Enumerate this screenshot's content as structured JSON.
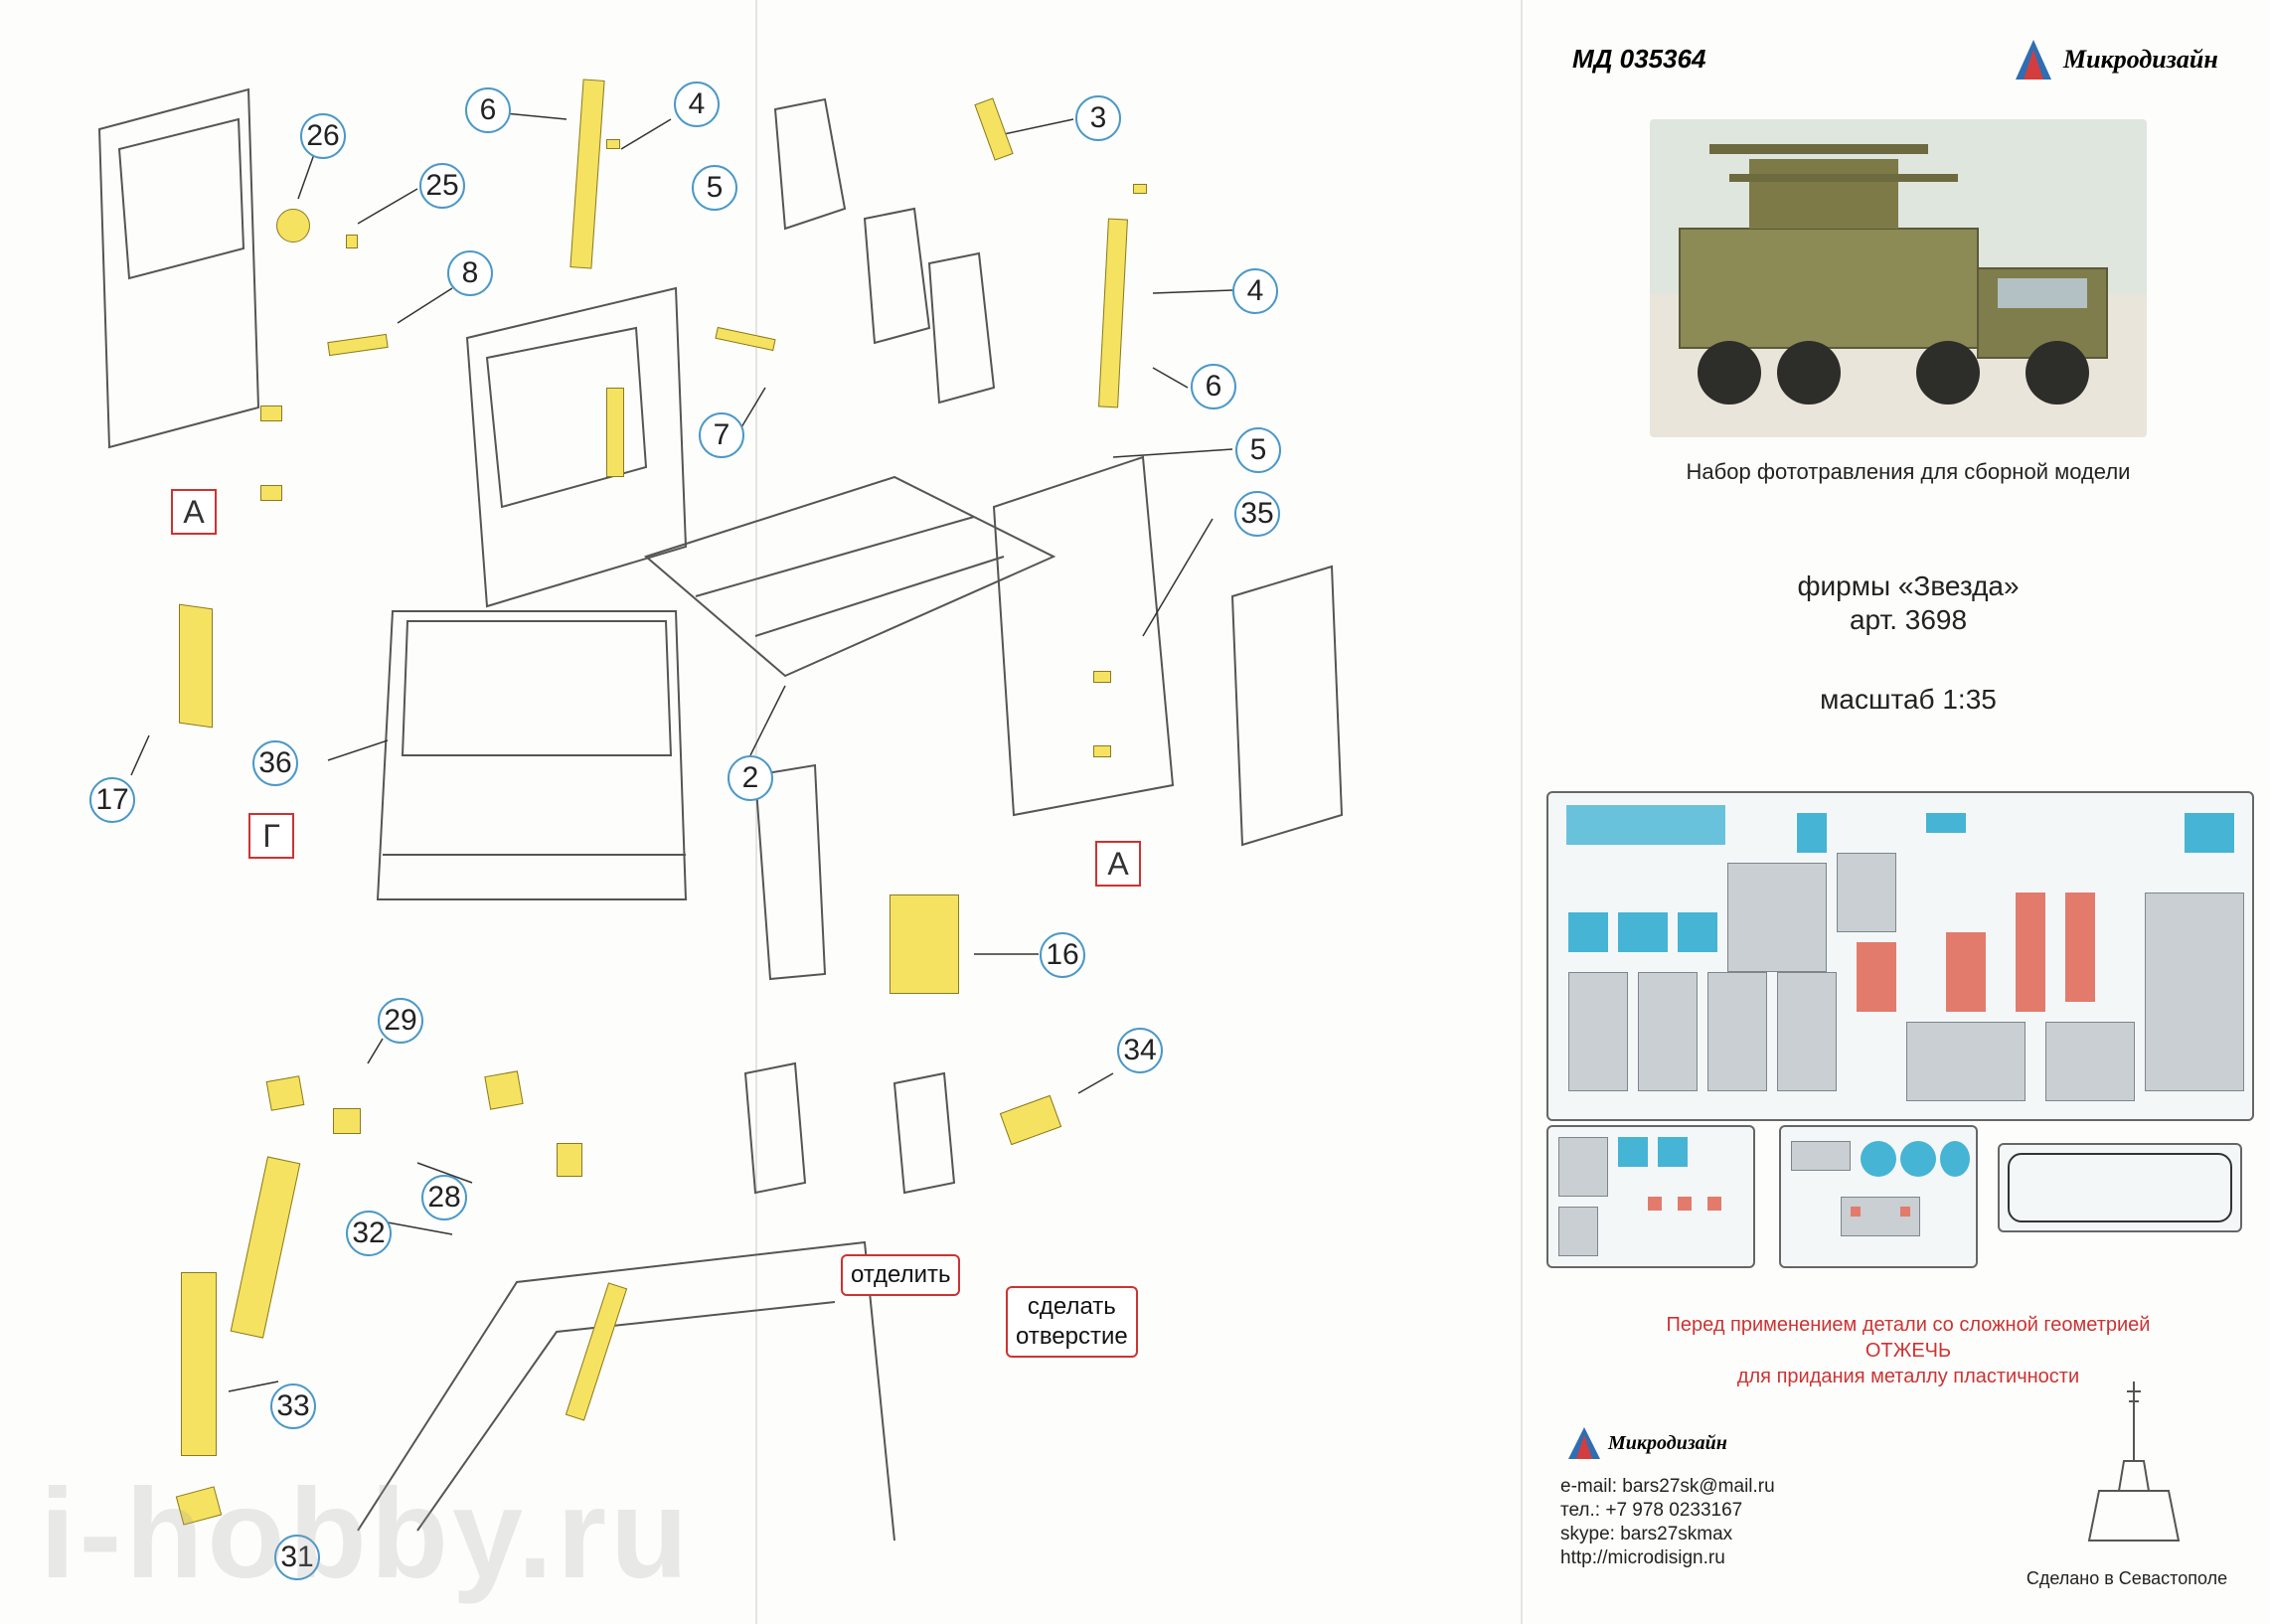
{
  "header": {
    "article_code": "МД 035364",
    "brand": "Микродизайн"
  },
  "product": {
    "subtitle": "Набор фототравления для сборной модели",
    "manufacturer": "фирмы «Звезда»",
    "article": "арт. 3698",
    "scale": "масштаб 1:35"
  },
  "warning": {
    "line1": "Перед применением детали со сложной геометрией",
    "line2": "ОТЖЕЧЬ",
    "line3": "для придания металлу пластичности"
  },
  "contacts": {
    "brand": "Микродизайн",
    "email": "e-mail: bars27sk@mail.ru",
    "phone": "тел.: +7 978 0233167",
    "skype": "skype: bars27skmax",
    "web": "http://microdisign.ru"
  },
  "footer": {
    "made_in": "Сделано в Севастополе"
  },
  "watermark": "i-hobby.ru",
  "letters": {
    "a": "А",
    "g": "Г"
  },
  "notes": {
    "separate": "отделить",
    "drill_l1": "сделать",
    "drill_l2": "отверстие"
  },
  "callouts": {
    "c26": "26",
    "c25": "25",
    "c8": "8",
    "c6a": "6",
    "c4a": "4",
    "c5a": "5",
    "c3": "3",
    "c4b": "4",
    "c6b": "6",
    "c5b": "5",
    "c35": "35",
    "c7": "7",
    "c36": "36",
    "c17": "17",
    "c2": "2",
    "c16": "16",
    "c29": "29",
    "c28": "28",
    "c32": "32",
    "c33": "33",
    "c31": "31",
    "c34": "34"
  },
  "colors": {
    "part_fill": "#f6e261",
    "callout_ring": "#4a98c8",
    "tag_border": "#cc3333",
    "warning_text": "#cc3333",
    "pe_cyan": "#46b4d4",
    "pe_red": "#e27b6c"
  }
}
